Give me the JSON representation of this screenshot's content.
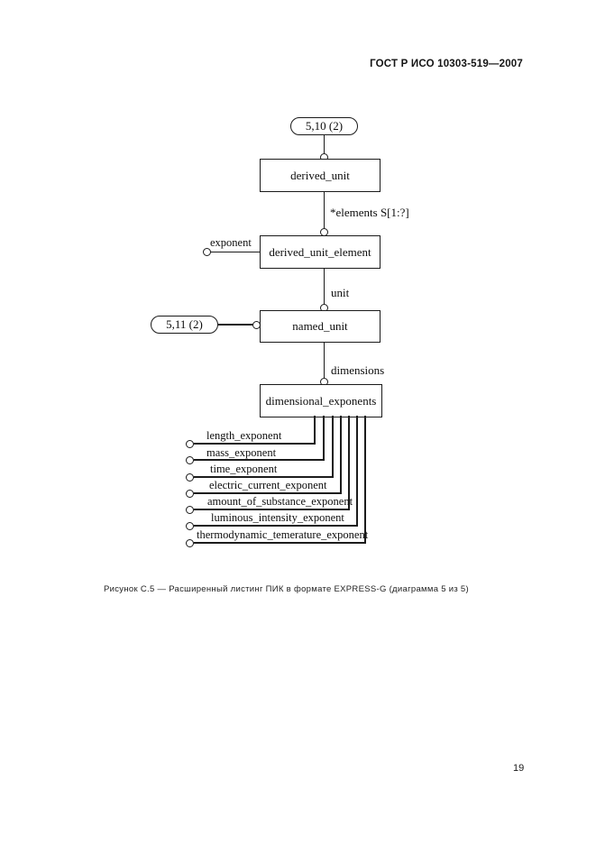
{
  "header": {
    "doc_code": "ГОСТ Р ИСО 10303-519—2007"
  },
  "footer": {
    "page_number": "19"
  },
  "figure": {
    "caption": "Рисунок С.5 — Расширенный листинг ПИК в формате EXPRESS-G (диаграмма 5 из 5)",
    "diagram": {
      "type": "EXPRESS-G",
      "page_ref_top": {
        "label": "5,10 (2)"
      },
      "page_ref_left": {
        "label": "5,11 (2)"
      },
      "entities": [
        {
          "name": "derived_unit"
        },
        {
          "name": "derived_unit_element"
        },
        {
          "name": "named_unit"
        },
        {
          "name": "dimensional_exponents"
        }
      ],
      "relations": [
        {
          "label": "*elements S[1:?]",
          "from": "derived_unit",
          "to": "derived_unit_element"
        },
        {
          "label": "exponent",
          "from": "derived_unit_element"
        },
        {
          "label": "unit",
          "from": "derived_unit_element",
          "to": "named_unit"
        },
        {
          "label": "dimensions",
          "from": "named_unit",
          "to": "dimensional_exponents"
        }
      ],
      "attributes": [
        {
          "label": "length_exponent"
        },
        {
          "label": "mass_exponent"
        },
        {
          "label": "time_exponent"
        },
        {
          "label": "electric_current_exponent"
        },
        {
          "label": "amount_of_substance_exponent"
        },
        {
          "label": "luminous_intensity_exponent"
        },
        {
          "label": "thermodynamic_temerature_exponent"
        }
      ]
    }
  }
}
